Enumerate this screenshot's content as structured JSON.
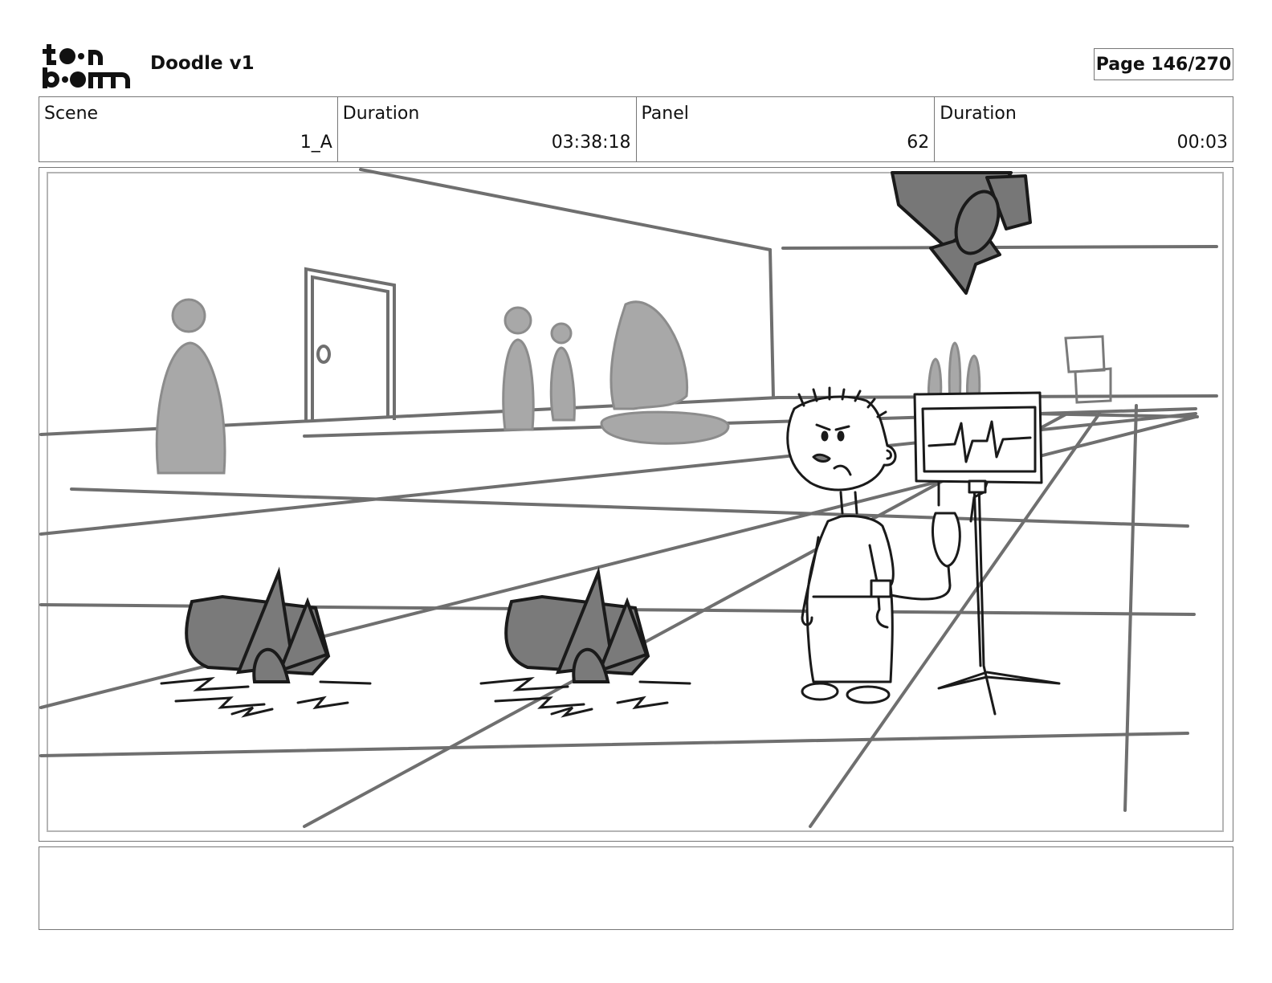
{
  "header": {
    "logo_text": "toonboom",
    "project_title": "Doodle v1",
    "page_indicator": "Page 146/270"
  },
  "info": {
    "scene_label": "Scene",
    "scene_value": "1_A",
    "scene_duration_label": "Duration",
    "scene_duration_value": "03:38:18",
    "panel_label": "Panel",
    "panel_value": "62",
    "panel_duration_label": "Duration",
    "panel_duration_value": "00:03"
  },
  "notes": {
    "text": ""
  },
  "colors": {
    "frame_border": "#777777",
    "sketch_dark": "#1a1a1a",
    "sketch_gray": "#7a7a7a",
    "sketch_light": "#a9a9a9"
  }
}
